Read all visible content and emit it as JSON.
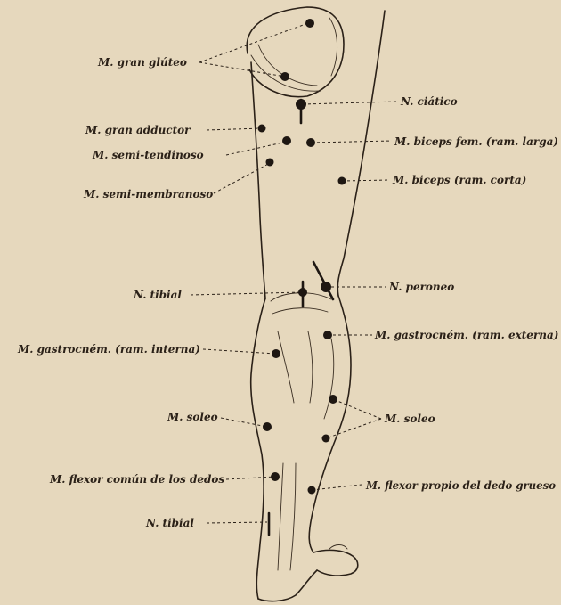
{
  "labels": {
    "gran_gluteo": "M. gran glúteo",
    "ciatico": "N. ciático",
    "gran_adductor": "M. gran adductor",
    "biceps_larga": "M. biceps fem. (ram. larga)",
    "semi_tendinoso": "M. semi-tendinoso",
    "biceps_corta": "M. biceps (ram. corta)",
    "semi_membranoso": "M. semi-membranoso",
    "peroneo": "N. peroneo",
    "tibial_upper": "N. tibial",
    "gastrocnem_externa": "M. gastrocném. (ram. externa)",
    "gastrocnem_interna": "M. gastrocném. (ram. interna)",
    "soleo_left": "M. soleo",
    "soleo_right": "M. soleo",
    "flexor_comun": "M. flexor común de los dedos",
    "flexor_propio": "M. flexor propio del dedo grueso",
    "tibial_lower": "N. tibial"
  },
  "colors": {
    "paper": "#e6d8bd",
    "ink": "#2b2118"
  }
}
